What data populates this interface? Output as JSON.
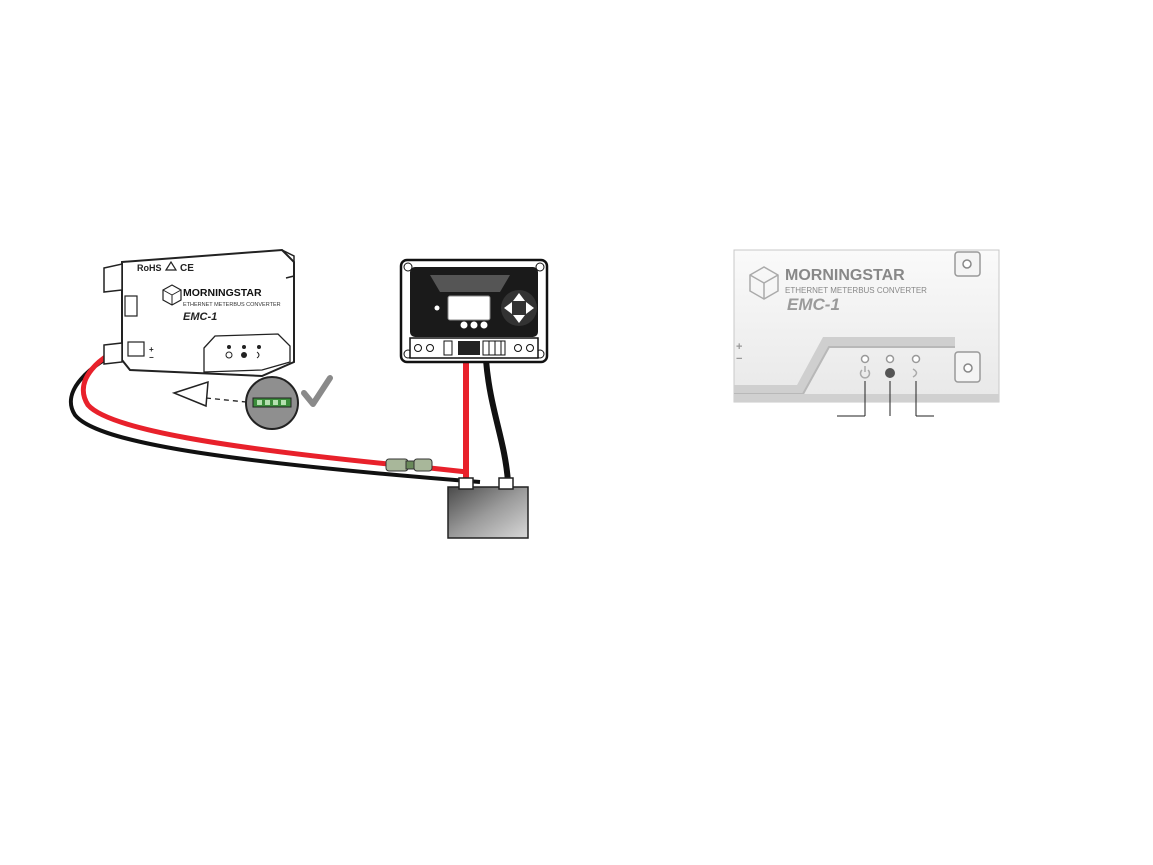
{
  "emc_left": {
    "cert_rohs": "RoHS",
    "cert_ce": "CE",
    "brand": "MORNINGSTAR",
    "subtitle": "ETHERNET METERBUS CONVERTER",
    "model": "EMC-1",
    "plus": "+",
    "minus": "−"
  },
  "emc_right": {
    "brand": "MORNINGSTAR",
    "subtitle": "ETHERNET METERBUS CONVERTER",
    "model": "EMC-1",
    "plus": "+",
    "minus": "−"
  },
  "colors": {
    "positive_wire": "#e8212b",
    "negative_wire": "#111111",
    "fuse_holder": "#9aa98a",
    "fuse_element": "#5aa84a",
    "battery": "#7a7a7a",
    "device_outline": "#222222",
    "photo_gray": "#bdbdbd",
    "check_mark": "#8a8a8a"
  },
  "icons": [
    "power-led-icon",
    "network-led-icon",
    "meterbus-led-icon",
    "check-icon",
    "fuse-icon",
    "battery-icon"
  ]
}
